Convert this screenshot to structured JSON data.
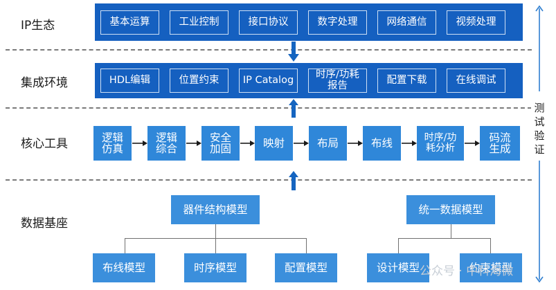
{
  "layers": {
    "ip": "IP生态",
    "env": "集成环境",
    "core": "核心工具",
    "data": "数据基座"
  },
  "ip_items": [
    "基本运算",
    "工业控制",
    "接口协议",
    "数字处理",
    "网络通信",
    "视频处理"
  ],
  "env_items": [
    "HDL编辑",
    "位置约束",
    "IP Catalog",
    "时序/功耗\n报告",
    "配置下载",
    "在线调试"
  ],
  "core_flow": [
    "逻辑\n仿真",
    "逻辑\n综合",
    "安全\n加固",
    "映射",
    "布局",
    "布线",
    "时序/功\n耗分析",
    "码流\n生成"
  ],
  "data_base": {
    "left_root": "器件结构模型",
    "left_children": [
      "布线模型",
      "时序模型",
      "配置模型"
    ],
    "right_root": "统一数据模型",
    "right_children": [
      "设计模型",
      "约束模型"
    ]
  },
  "side_label": "测\n试\n验\n证",
  "watermark": "公众号 · 中科海微",
  "colors": {
    "dark_blue": "#1560c0",
    "mid_blue": "#2f87d9",
    "light_blue": "#3b8fdc",
    "arrow": "#1565c0"
  }
}
